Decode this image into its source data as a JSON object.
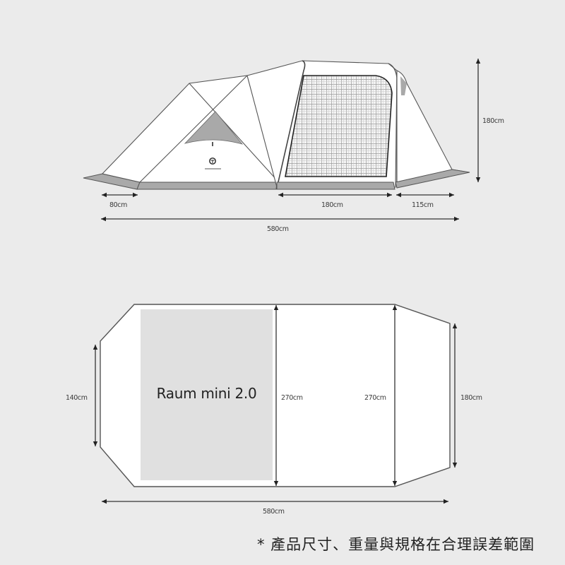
{
  "colors": {
    "background": "#ebebeb",
    "tent_fill": "#ffffff",
    "tent_shade": "#a9a9a9",
    "outline": "#555555",
    "inner_tent_fill": "#e0e0e0",
    "dimension_line": "#333333"
  },
  "side_view": {
    "title": "side-elevation",
    "dimensions": {
      "front_vestibule": "80cm",
      "inner_section": "180cm",
      "rear_vestibule": "115cm",
      "total_length": "580cm",
      "height": "180cm"
    },
    "logo_icon": "brand-logo-icon"
  },
  "floor_plan": {
    "title": "floor-plan",
    "inner_tent_label": "Raum mini 2.0",
    "dimensions": {
      "front_width": "140cm",
      "inner_width": "270cm",
      "middle_width": "270cm",
      "rear_width": "180cm",
      "total_length": "580cm"
    }
  },
  "footer": {
    "disclaimer": "* 產品尺寸、重量與規格在合理誤差範圍"
  }
}
